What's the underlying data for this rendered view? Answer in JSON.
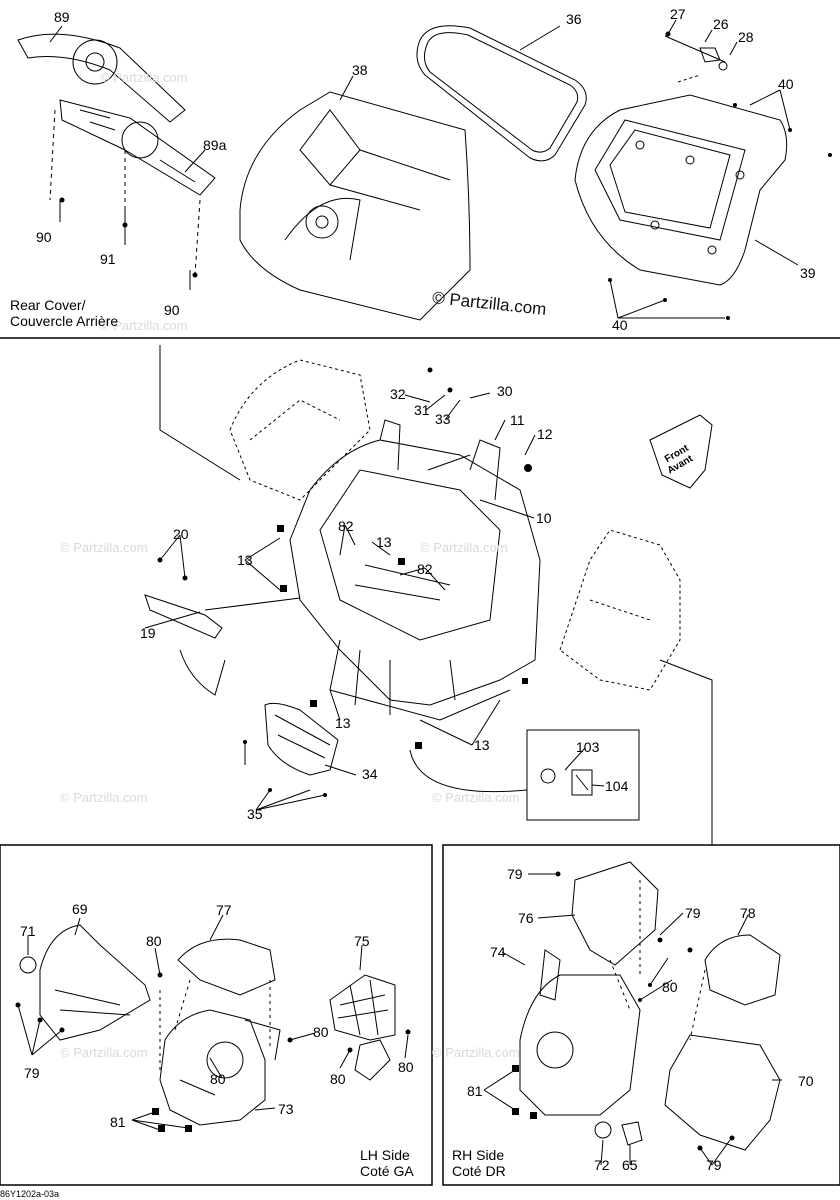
{
  "brand_label": "© Partzilla.com",
  "watermark_text": "© Partzilla.com",
  "front_tag": {
    "line1": "Front",
    "line2": "Avant"
  },
  "drawing_code": "86Y1202a-03a",
  "sections": {
    "rear_cover": {
      "title_line1": "Rear Cover/",
      "title_line2": "Couvercle Arrière"
    },
    "lh_side": {
      "title_line1": "LH Side",
      "title_line2": "Coté GA"
    },
    "rh_side": {
      "title_line1": "RH Side",
      "title_line2": "Coté DR"
    }
  },
  "callouts": {
    "c89": "89",
    "c89a": "89a",
    "c90a": "90",
    "c91": "91",
    "c90b": "90",
    "c38": "38",
    "c36": "36",
    "c27": "27",
    "c26": "26",
    "c28": "28",
    "c40a": "40",
    "c39": "39",
    "c40b": "40",
    "c32": "32",
    "c31": "31",
    "c33": "33",
    "c30": "30",
    "c11": "11",
    "c12": "12",
    "c20": "20",
    "c19": "19",
    "c13a": "13",
    "c82a": "82",
    "c13b": "13",
    "c82b": "82",
    "c10": "10",
    "c13c": "13",
    "c13d": "13",
    "c34": "34",
    "c35": "35",
    "c103": "103",
    "c104": "104",
    "c71": "71",
    "c69": "69",
    "c77": "77",
    "c80a": "80",
    "c75": "75",
    "c80b": "80",
    "c80c": "80",
    "c80d": "80",
    "c80e": "80",
    "c79a": "79",
    "c81a": "81",
    "c73": "73",
    "c79b": "79",
    "c76": "76",
    "c79c": "79",
    "c78": "78",
    "c74": "74",
    "c80f": "80",
    "c70": "70",
    "c81b": "81",
    "c72": "72",
    "c65": "65",
    "c79d": "79"
  }
}
